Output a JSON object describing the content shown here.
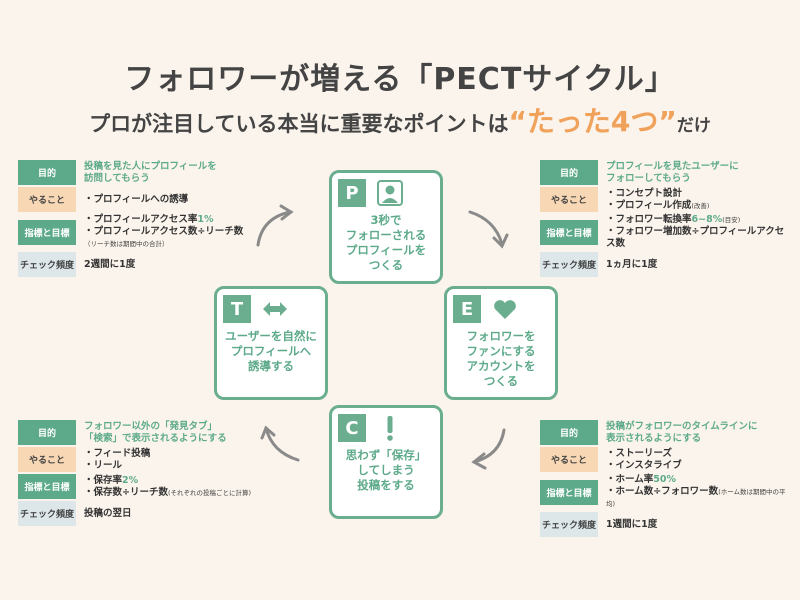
{
  "title": "フォロワーが増える「PECTサイクル」",
  "subtitle": {
    "main": "プロが注目している本当に重要なポイントは",
    "accent": "“たった4つ”",
    "end": "だけ"
  },
  "labels": {
    "goal": "目的",
    "todo": "やること",
    "kpi": "指標と目標",
    "freq": "チェック頻度"
  },
  "cards": {
    "p": {
      "letter": "P",
      "icon": "person-icon",
      "text": "3秒で\nフォローされる\nプロフィールを\nつくる"
    },
    "e": {
      "letter": "E",
      "icon": "heart-icon",
      "text": "フォロワーを\nファンにする\nアカウントを\nつくる"
    },
    "c": {
      "letter": "C",
      "icon": "exclamation-icon",
      "text": "思わず「保存」\nしてしまう\n投稿をする"
    },
    "t": {
      "letter": "T",
      "icon": "double-arrow-icon",
      "text": "ユーザーを自然に\nプロフィールへ\n誘導する"
    }
  },
  "info_tl": {
    "goal": [
      "投稿を見た人にプロフィールを",
      "訪問してもらう"
    ],
    "todo": [
      "・プロフィールへの誘導"
    ],
    "kpi1_pre": "・プロフィールアクセス率",
    "kpi1_val": "1%",
    "kpi2": "・プロフィールアクセス数÷リーチ数",
    "kpi_note": "（リーチ数は期間中の合計）",
    "freq": "2週間に1度"
  },
  "info_tr": {
    "goal": [
      "プロフィールを見たユーザーに",
      "フォローしてもらう"
    ],
    "todo1": "・コンセプト設計",
    "todo2": "・プロフィール作成",
    "todo2_note": "(改善)",
    "kpi1_pre": "・フォロワー転換率",
    "kpi1_val": "6~8%",
    "kpi1_note": "(目安)",
    "kpi2": "・フォロワー増加数÷プロフィールアクセス数",
    "freq": "1ヵ月に1度"
  },
  "info_bl": {
    "goal": [
      "フォロワー以外の「発見タブ」",
      "「検索」で表示されるようにする"
    ],
    "todo1": "・フィード投稿",
    "todo2": "・リール",
    "kpi1_pre": "・保存率",
    "kpi1_val": "2%",
    "kpi2": "・保存数÷リーチ数",
    "kpi2_note": "(それぞれの投稿ごとに計算)",
    "freq": "投稿の翌日"
  },
  "info_br": {
    "goal": [
      "投稿がフォロワーのタイムラインに",
      "表示されるようにする"
    ],
    "todo1": "・ストーリーズ",
    "todo2": "・インスタライブ",
    "kpi1_pre": "・ホーム率",
    "kpi1_val": "50%",
    "kpi2": "・ホーム数÷フォロワー数",
    "kpi2_note": "(ホーム数は期間中の平均)",
    "freq": "1週間に1度"
  },
  "colors": {
    "green": "#6aae8f",
    "orange": "#f0a15a",
    "peach": "#f8d8b4",
    "blue_grey": "#dde7ea"
  }
}
